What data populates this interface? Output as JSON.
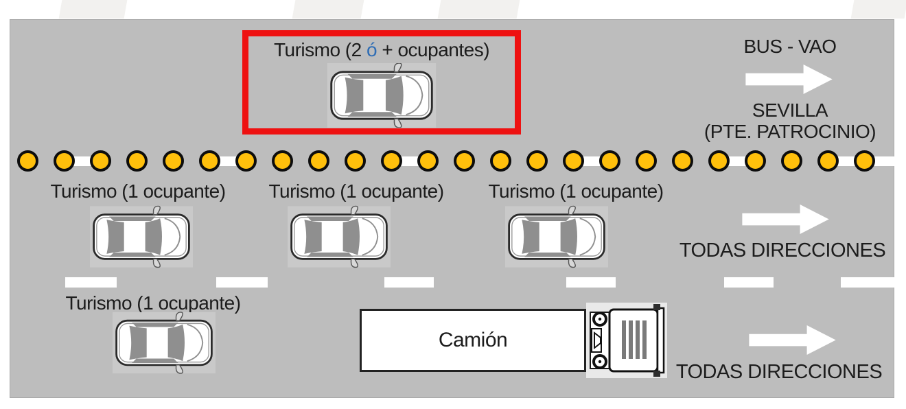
{
  "palette": {
    "panel_bg": "#bdbdbd",
    "highlight_red": "#ee1111",
    "dot_fill": "#ffc00c",
    "accent_blue": "#2e6db5",
    "marking_white": "#ffffff"
  },
  "hov_lane": {
    "vehicle_label": {
      "prefix": "Turismo (2 ",
      "accent": "ó",
      "suffix": " + ocupantes)"
    },
    "sign": {
      "title": "BUS - VAO",
      "destination": "SEVILLA",
      "destination_detail": "(PTE. PATROCINIO)"
    }
  },
  "separator": {
    "dot_count": 24
  },
  "middle_lane": {
    "cars": [
      {
        "label": "Turismo (1 ocupante)"
      },
      {
        "label": "Turismo (1 ocupante)"
      },
      {
        "label": "Turismo (1 ocupante)"
      }
    ],
    "sign": {
      "direction": "TODAS DIRECCIONES"
    }
  },
  "bottom_lane": {
    "car": {
      "label": "Turismo (1 ocupante)"
    },
    "truck": {
      "label": "Camión"
    },
    "sign": {
      "direction": "TODAS DIRECCIONES"
    }
  }
}
